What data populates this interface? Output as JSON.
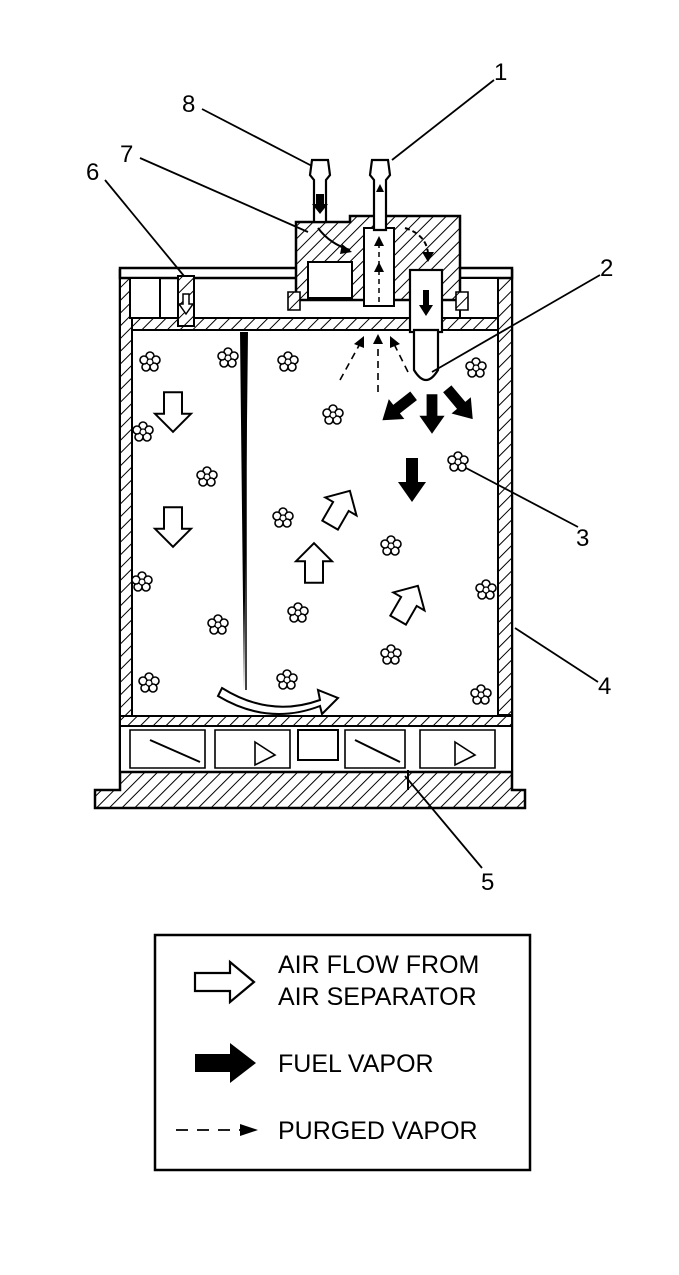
{
  "callouts": [
    {
      "id": "1",
      "label": "1"
    },
    {
      "id": "2",
      "label": "2"
    },
    {
      "id": "3",
      "label": "3"
    },
    {
      "id": "4",
      "label": "4"
    },
    {
      "id": "5",
      "label": "5"
    },
    {
      "id": "6",
      "label": "6"
    },
    {
      "id": "7",
      "label": "7"
    },
    {
      "id": "8",
      "label": "8"
    }
  ],
  "legend": {
    "air_flow_line1": "AIR FLOW FROM",
    "air_flow_line2": "AIR SEPARATOR",
    "fuel_vapor": "FUEL VAPOR",
    "purged_vapor": "PURGED VAPOR"
  },
  "colors": {
    "ink": "#000000",
    "paper": "#ffffff"
  }
}
